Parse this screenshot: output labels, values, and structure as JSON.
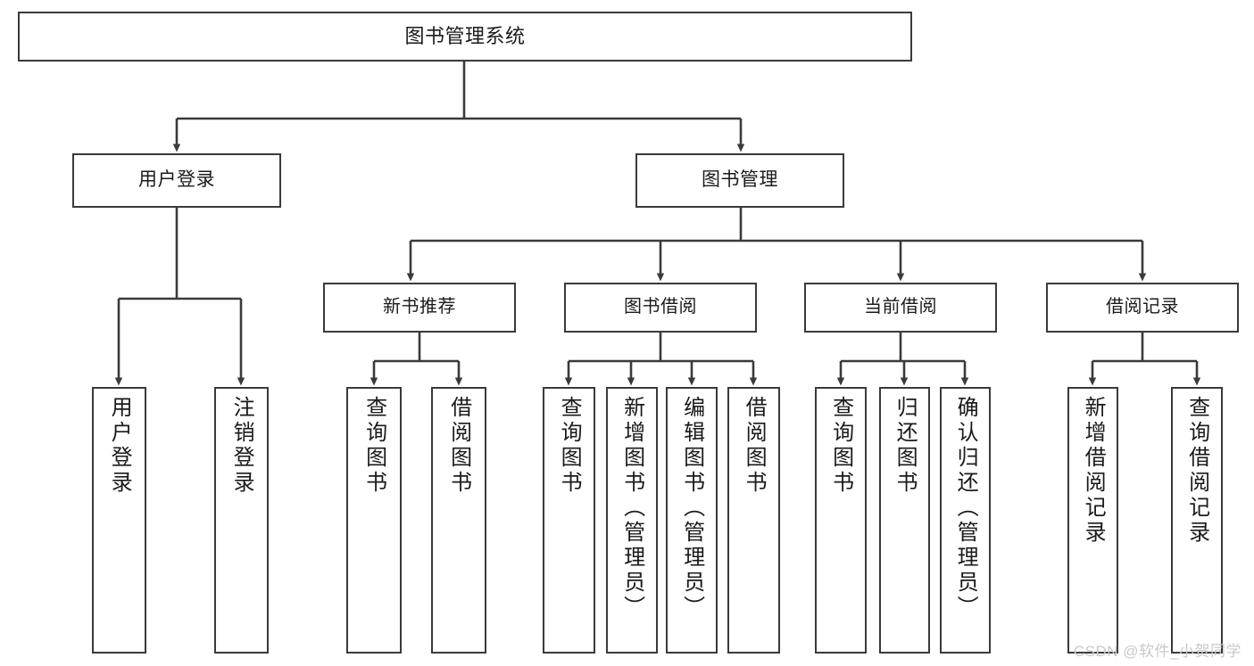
{
  "diagram": {
    "type": "tree",
    "title": "图书管理系统",
    "colors": {
      "box_border": "#3a3a3a",
      "box_fill": "#ffffff",
      "connector": "#3a3a3a",
      "text": "#1a1a1a",
      "watermark": "#c9c9c9",
      "background": "#ffffff"
    },
    "root": {
      "label": "图书管理系统"
    },
    "level1": [
      {
        "label": "用户登录"
      },
      {
        "label": "图书管理"
      }
    ],
    "level2": [
      {
        "label": "新书推荐"
      },
      {
        "label": "图书借阅"
      },
      {
        "label": "当前借阅"
      },
      {
        "label": "借阅记录"
      }
    ],
    "leaves": {
      "user_login": [
        {
          "label": "用户登录"
        },
        {
          "label": "注销登录"
        }
      ],
      "new_book_recommend": [
        {
          "label": "查询图书"
        },
        {
          "label": "借阅图书"
        }
      ],
      "book_borrow": [
        {
          "label": "查询图书"
        },
        {
          "label": "新增图书（管理员）"
        },
        {
          "label": "编辑图书（管理员）"
        },
        {
          "label": "借阅图书"
        }
      ],
      "current_borrow": [
        {
          "label": "查询图书"
        },
        {
          "label": "归还图书"
        },
        {
          "label": "确认归还（管理员）"
        }
      ],
      "borrow_records": [
        {
          "label": "新增借阅记录"
        },
        {
          "label": "查询借阅记录"
        }
      ]
    }
  },
  "watermark": {
    "text": "CSDN @软件_小贺同学"
  }
}
